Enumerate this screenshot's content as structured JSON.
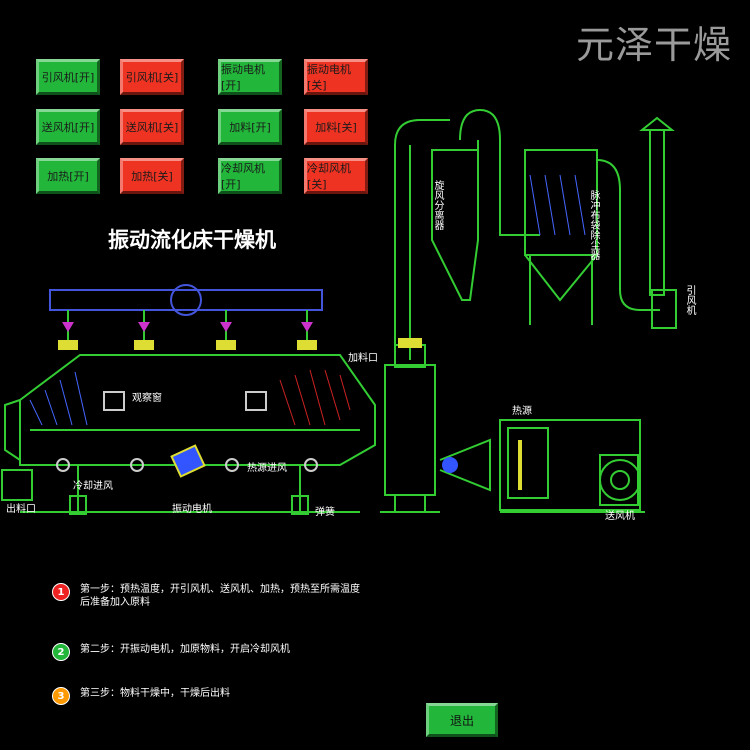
{
  "brand": "元泽干燥",
  "title": "振动流化床干燥机",
  "colors": {
    "on": "#22b63a",
    "off": "#ee3322",
    "equipment": "#33cc33",
    "duct": "#33aa33",
    "frame": "#4455dd",
    "step1": "#ee2222",
    "step2": "#22b63a",
    "step3": "#ff9900"
  },
  "controls": {
    "induced_fan_on": "引风机[开]",
    "induced_fan_off": "引风机[关]",
    "vibration_motor_on": "振动电机[开]",
    "vibration_motor_off": "振动电机[关]",
    "blower_on": "送风机[开]",
    "blower_off": "送风机[关]",
    "feeder_on": "加料[开]",
    "feeder_off": "加料[关]",
    "heating_on": "加热[开]",
    "heating_off": "加热[关]",
    "cooling_fan_on": "冷却风机[开]",
    "cooling_fan_off": "冷却风机[关]"
  },
  "diagram_labels": {
    "cyclone": "旋风分离器",
    "bag_filter": "脉冲布袋除尘器",
    "induced_fan": "引风机",
    "feed_inlet": "加料口",
    "sight_glass": "观察窗",
    "heat_source": "热源",
    "hot_air_inlet": "热源进风",
    "cold_air_inlet": "冷却进风",
    "vibration_motor": "振动电机",
    "spring": "弹簧",
    "outlet": "出料口",
    "blower": "送风机"
  },
  "steps": [
    {
      "num": "1",
      "text": "第一步：预热温度，开引风机、送风机、加热，预热至所需温度后准备加入原料"
    },
    {
      "num": "2",
      "text": "第二步：开振动电机，加原物料，开启冷却风机"
    },
    {
      "num": "3",
      "text": "第三步：物料干燥中，干燥后出料"
    }
  ],
  "exit_label": "退出"
}
